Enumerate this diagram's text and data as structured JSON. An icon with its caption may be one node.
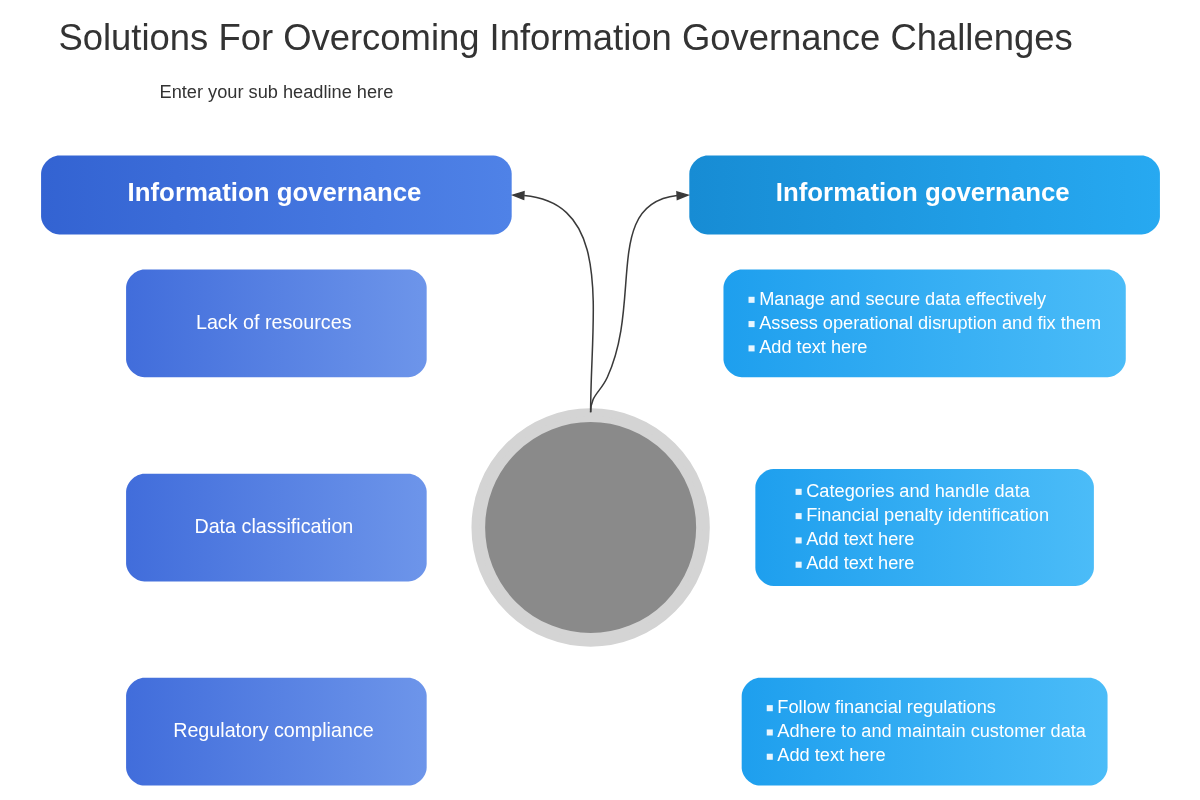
{
  "diagram": {
    "title": "Solutions For Overcoming Information Governance Challenges",
    "nodes": [
      {
        "text": [
          "Information governance"
        ]
      },
      {
        "text": [
          "Lack of resources"
        ]
      },
      {
        "text": [
          "Data classification"
        ]
      },
      {
        "text": [
          "Regulatory compliance"
        ]
      },
      {
        "text": [
          "Information governance"
        ]
      },
      {
        "text": [
          "Manage and secure data effectively",
          "Assess operational disruption and fix them",
          "Add text here"
        ]
      },
      {
        "text": [
          "Categories and handle data",
          "Financial penalty identification",
          "Add text here",
          "Add text here"
        ]
      },
      {
        "text": [
          "Follow financial regulations",
          "Adhere to and maintain customer data",
          "Add text here"
        ]
      },
      {
        "text": [],
        "shape": "circle"
      }
    ],
    "edges": [
      {
        "from": 8,
        "to": 0,
        "arrow": "to"
      },
      {
        "from": 8,
        "to": 4,
        "arrow": "to"
      }
    ],
    "labels": [
      "Enter your sub headline here"
    ]
  }
}
